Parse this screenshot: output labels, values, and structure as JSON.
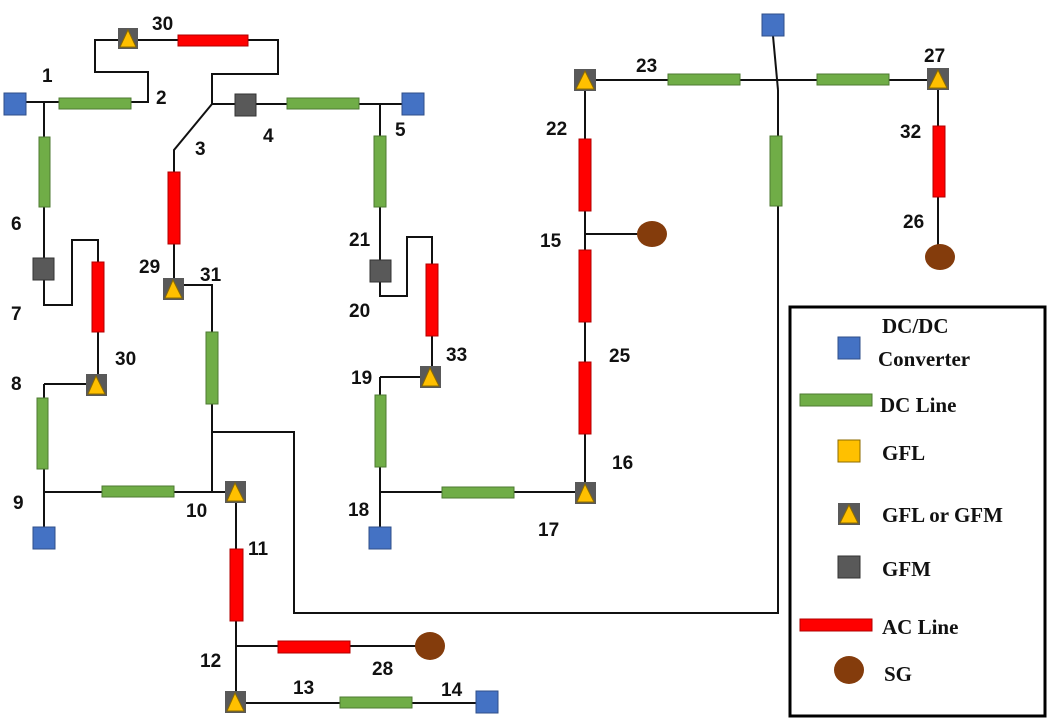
{
  "colors": {
    "dc_dc_converter": "#4472C4",
    "dc_line": "#70AD47",
    "gfl": "#FFC000",
    "gfm": "#595959",
    "ac_line": "#FF0000",
    "sg": "#843C0C"
  },
  "bus_labels": [
    {
      "id": "b1",
      "text": "1"
    },
    {
      "id": "b2",
      "text": "2"
    },
    {
      "id": "b3",
      "text": "3"
    },
    {
      "id": "b4",
      "text": "4"
    },
    {
      "id": "b5",
      "text": "5"
    },
    {
      "id": "b6",
      "text": "6"
    },
    {
      "id": "b7",
      "text": "7"
    },
    {
      "id": "b8",
      "text": "8"
    },
    {
      "id": "b9",
      "text": "9"
    },
    {
      "id": "b10",
      "text": "10"
    },
    {
      "id": "b11",
      "text": "11"
    },
    {
      "id": "b12",
      "text": "12"
    },
    {
      "id": "b13",
      "text": "13"
    },
    {
      "id": "b14",
      "text": "14"
    },
    {
      "id": "b15",
      "text": "15"
    },
    {
      "id": "b16",
      "text": "16"
    },
    {
      "id": "b17",
      "text": "17"
    },
    {
      "id": "b18",
      "text": "18"
    },
    {
      "id": "b19",
      "text": "19"
    },
    {
      "id": "b20",
      "text": "20"
    },
    {
      "id": "b21",
      "text": "21"
    },
    {
      "id": "b22",
      "text": "22"
    },
    {
      "id": "b23",
      "text": "23"
    },
    {
      "id": "b25",
      "text": "25"
    },
    {
      "id": "b26",
      "text": "26"
    },
    {
      "id": "b27",
      "text": "27"
    },
    {
      "id": "b28",
      "text": "28"
    },
    {
      "id": "b29",
      "text": "29"
    },
    {
      "id": "b30a",
      "text": "30"
    },
    {
      "id": "b30b",
      "text": "30"
    },
    {
      "id": "b31",
      "text": "31"
    },
    {
      "id": "b32",
      "text": "32"
    },
    {
      "id": "b33",
      "text": "33"
    }
  ],
  "legend": {
    "dc_dc_converter_line1": "DC/DC",
    "dc_dc_converter_line2": "Converter",
    "dc_line": "DC Line",
    "gfl": "GFL",
    "gfl_or_gfm": "GFL or GFM",
    "gfm": "GFM",
    "ac_line": "AC Line",
    "sg": "SG"
  }
}
